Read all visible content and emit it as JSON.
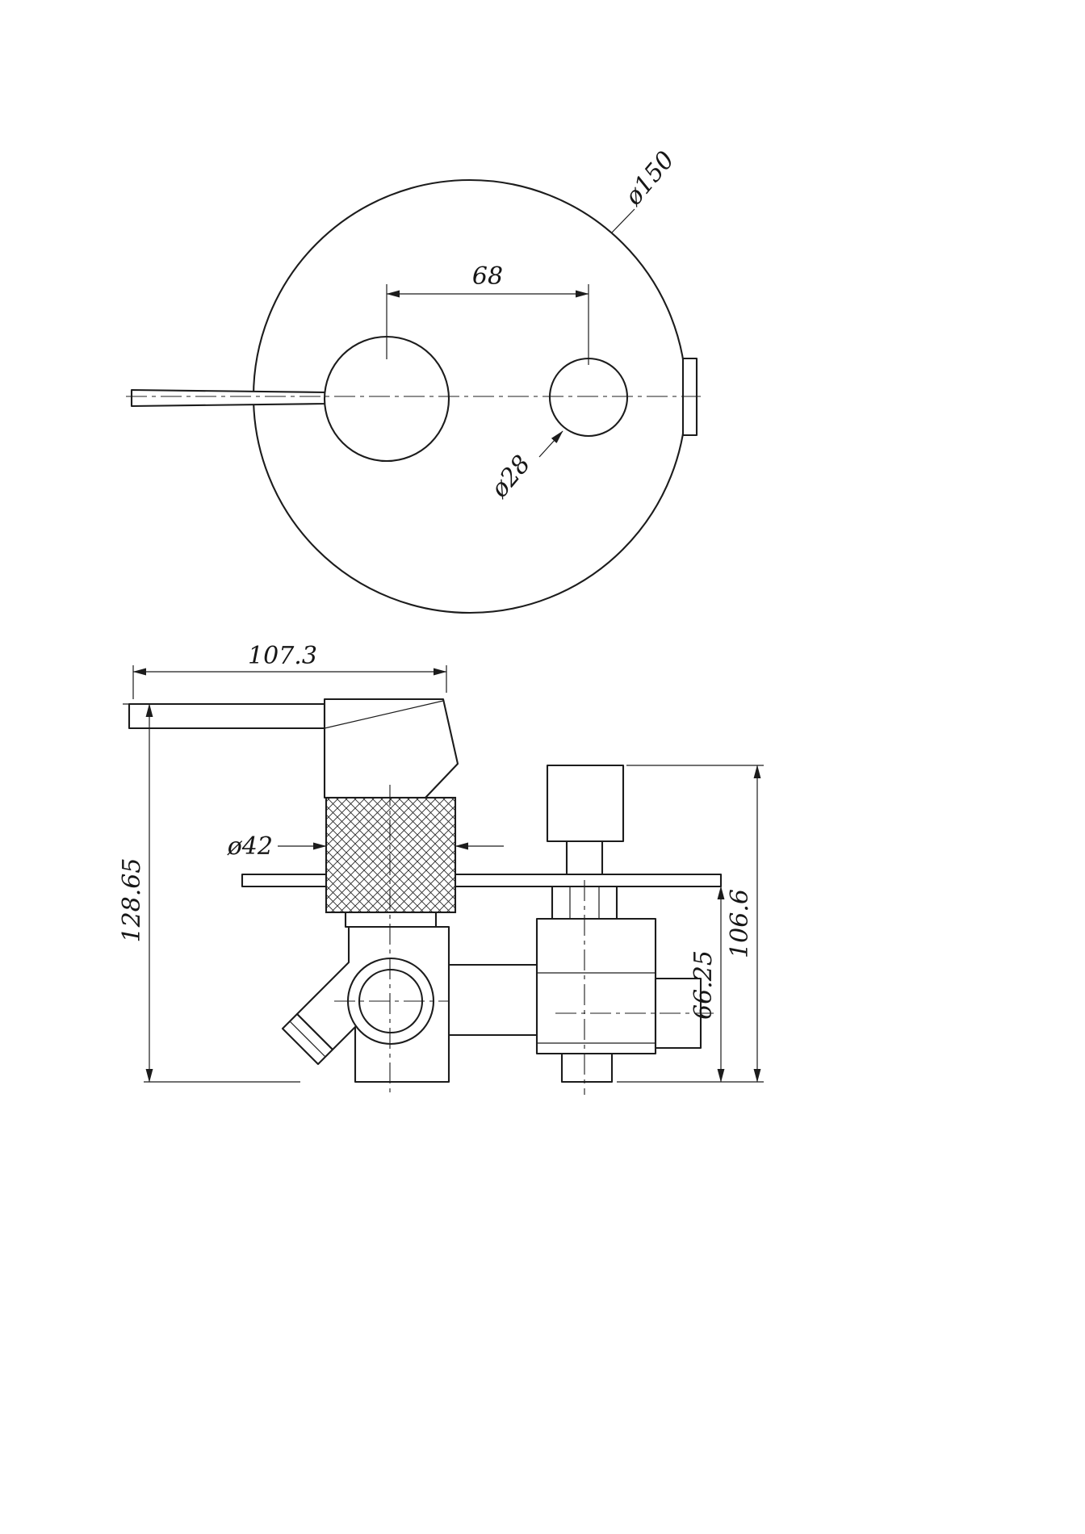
{
  "page": {
    "background": "#ffffff",
    "line_color": "#1c1c1c"
  },
  "top_view": {
    "plate_diameter_label": "ø150",
    "hole_spacing_label": "68",
    "button_diameter_label": "ø28"
  },
  "side_view": {
    "handle_width_label": "107.3",
    "overall_height_label": "128.65",
    "knurl_diameter_label": "ø42",
    "body_depth_label": "66.25",
    "trim_height_label": "106.6"
  }
}
